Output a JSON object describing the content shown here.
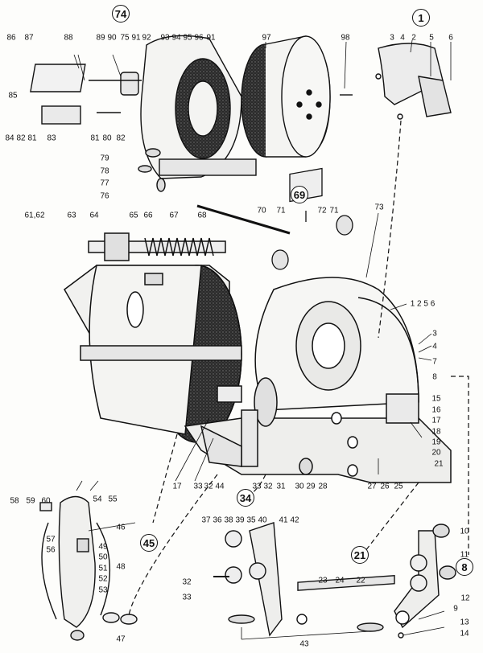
{
  "diagram": {
    "type": "exploded-parts-drawing",
    "assemblies": [
      {
        "id": "a1",
        "label": "1"
      },
      {
        "id": "a8",
        "label": "8"
      },
      {
        "id": "a21",
        "label": "21"
      },
      {
        "id": "a34",
        "label": "34"
      },
      {
        "id": "a45",
        "label": "45"
      },
      {
        "id": "a69",
        "label": "69"
      },
      {
        "id": "a74",
        "label": "74"
      }
    ],
    "callouts": [
      {
        "id": "c86",
        "text": "86"
      },
      {
        "id": "c87",
        "text": "87"
      },
      {
        "id": "c88",
        "text": "88"
      },
      {
        "id": "c89",
        "text": "89"
      },
      {
        "id": "c90",
        "text": "90"
      },
      {
        "id": "c75",
        "text": "75"
      },
      {
        "id": "c91a",
        "text": "91"
      },
      {
        "id": "c92",
        "text": "92"
      },
      {
        "id": "c93",
        "text": "93"
      },
      {
        "id": "c94",
        "text": "94"
      },
      {
        "id": "c95",
        "text": "95"
      },
      {
        "id": "c96",
        "text": "96"
      },
      {
        "id": "c91b",
        "text": "91"
      },
      {
        "id": "c97",
        "text": "97"
      },
      {
        "id": "c98",
        "text": "98"
      },
      {
        "id": "c3a",
        "text": "3"
      },
      {
        "id": "c4a",
        "text": "4"
      },
      {
        "id": "c2",
        "text": "2"
      },
      {
        "id": "c5",
        "text": "5"
      },
      {
        "id": "c6",
        "text": "6"
      },
      {
        "id": "c85",
        "text": "85"
      },
      {
        "id": "c84",
        "text": "84"
      },
      {
        "id": "c82a",
        "text": "82"
      },
      {
        "id": "c81a",
        "text": "81"
      },
      {
        "id": "c83",
        "text": "83"
      },
      {
        "id": "c81b",
        "text": "81"
      },
      {
        "id": "c80",
        "text": "80"
      },
      {
        "id": "c82b",
        "text": "82"
      },
      {
        "id": "c79",
        "text": "79"
      },
      {
        "id": "c78",
        "text": "78"
      },
      {
        "id": "c77",
        "text": "77"
      },
      {
        "id": "c76",
        "text": "76"
      },
      {
        "id": "c70",
        "text": "70"
      },
      {
        "id": "c71a",
        "text": "71"
      },
      {
        "id": "c72",
        "text": "72"
      },
      {
        "id": "c71b",
        "text": "71"
      },
      {
        "id": "c73",
        "text": "73"
      },
      {
        "id": "c6162",
        "text": "61,62"
      },
      {
        "id": "c63",
        "text": "63"
      },
      {
        "id": "c64",
        "text": "64"
      },
      {
        "id": "c65",
        "text": "65"
      },
      {
        "id": "c66",
        "text": "66"
      },
      {
        "id": "c67",
        "text": "67"
      },
      {
        "id": "c68",
        "text": "68"
      },
      {
        "id": "c1256",
        "text": "1 2 5 6"
      },
      {
        "id": "c3b",
        "text": "3"
      },
      {
        "id": "c4b",
        "text": "4"
      },
      {
        "id": "c7",
        "text": "7"
      },
      {
        "id": "c8",
        "text": "8"
      },
      {
        "id": "c15",
        "text": "15"
      },
      {
        "id": "c16",
        "text": "16"
      },
      {
        "id": "c17a",
        "text": "17"
      },
      {
        "id": "c18",
        "text": "18"
      },
      {
        "id": "c19",
        "text": "19"
      },
      {
        "id": "c20",
        "text": "20"
      },
      {
        "id": "c21",
        "text": "21"
      },
      {
        "id": "c17b",
        "text": "17"
      },
      {
        "id": "c33a",
        "text": "33"
      },
      {
        "id": "c32a",
        "text": "32"
      },
      {
        "id": "c44",
        "text": "44"
      },
      {
        "id": "c33b",
        "text": "33"
      },
      {
        "id": "c32b",
        "text": "32"
      },
      {
        "id": "c31",
        "text": "31"
      },
      {
        "id": "c30",
        "text": "30"
      },
      {
        "id": "c29",
        "text": "29"
      },
      {
        "id": "c28",
        "text": "28"
      },
      {
        "id": "c27",
        "text": "27"
      },
      {
        "id": "c26",
        "text": "26"
      },
      {
        "id": "c25",
        "text": "25"
      },
      {
        "id": "c55",
        "text": "55"
      },
      {
        "id": "c54",
        "text": "54"
      },
      {
        "id": "c58",
        "text": "58"
      },
      {
        "id": "c59",
        "text": "59"
      },
      {
        "id": "c60",
        "text": "60"
      },
      {
        "id": "c46",
        "text": "46"
      },
      {
        "id": "c57",
        "text": "57"
      },
      {
        "id": "c56",
        "text": "56"
      },
      {
        "id": "c49",
        "text": "49"
      },
      {
        "id": "c50",
        "text": "50"
      },
      {
        "id": "c48",
        "text": "48"
      },
      {
        "id": "c51",
        "text": "51"
      },
      {
        "id": "c52",
        "text": "52"
      },
      {
        "id": "c53",
        "text": "53"
      },
      {
        "id": "c47",
        "text": "47"
      },
      {
        "id": "c37",
        "text": "37"
      },
      {
        "id": "c36",
        "text": "36"
      },
      {
        "id": "c38",
        "text": "38"
      },
      {
        "id": "c39",
        "text": "39"
      },
      {
        "id": "c35",
        "text": "35"
      },
      {
        "id": "c40",
        "text": "40"
      },
      {
        "id": "c41",
        "text": "41"
      },
      {
        "id": "c42",
        "text": "42"
      },
      {
        "id": "c32c",
        "text": "32"
      },
      {
        "id": "c33c",
        "text": "33"
      },
      {
        "id": "c23",
        "text": "23"
      },
      {
        "id": "c24",
        "text": "24"
      },
      {
        "id": "c22",
        "text": "22"
      },
      {
        "id": "c43",
        "text": "43"
      },
      {
        "id": "c10",
        "text": "10"
      },
      {
        "id": "c11",
        "text": "11"
      },
      {
        "id": "c12",
        "text": "12"
      },
      {
        "id": "c9",
        "text": "9"
      },
      {
        "id": "c13",
        "text": "13"
      },
      {
        "id": "c14",
        "text": "14"
      }
    ]
  }
}
